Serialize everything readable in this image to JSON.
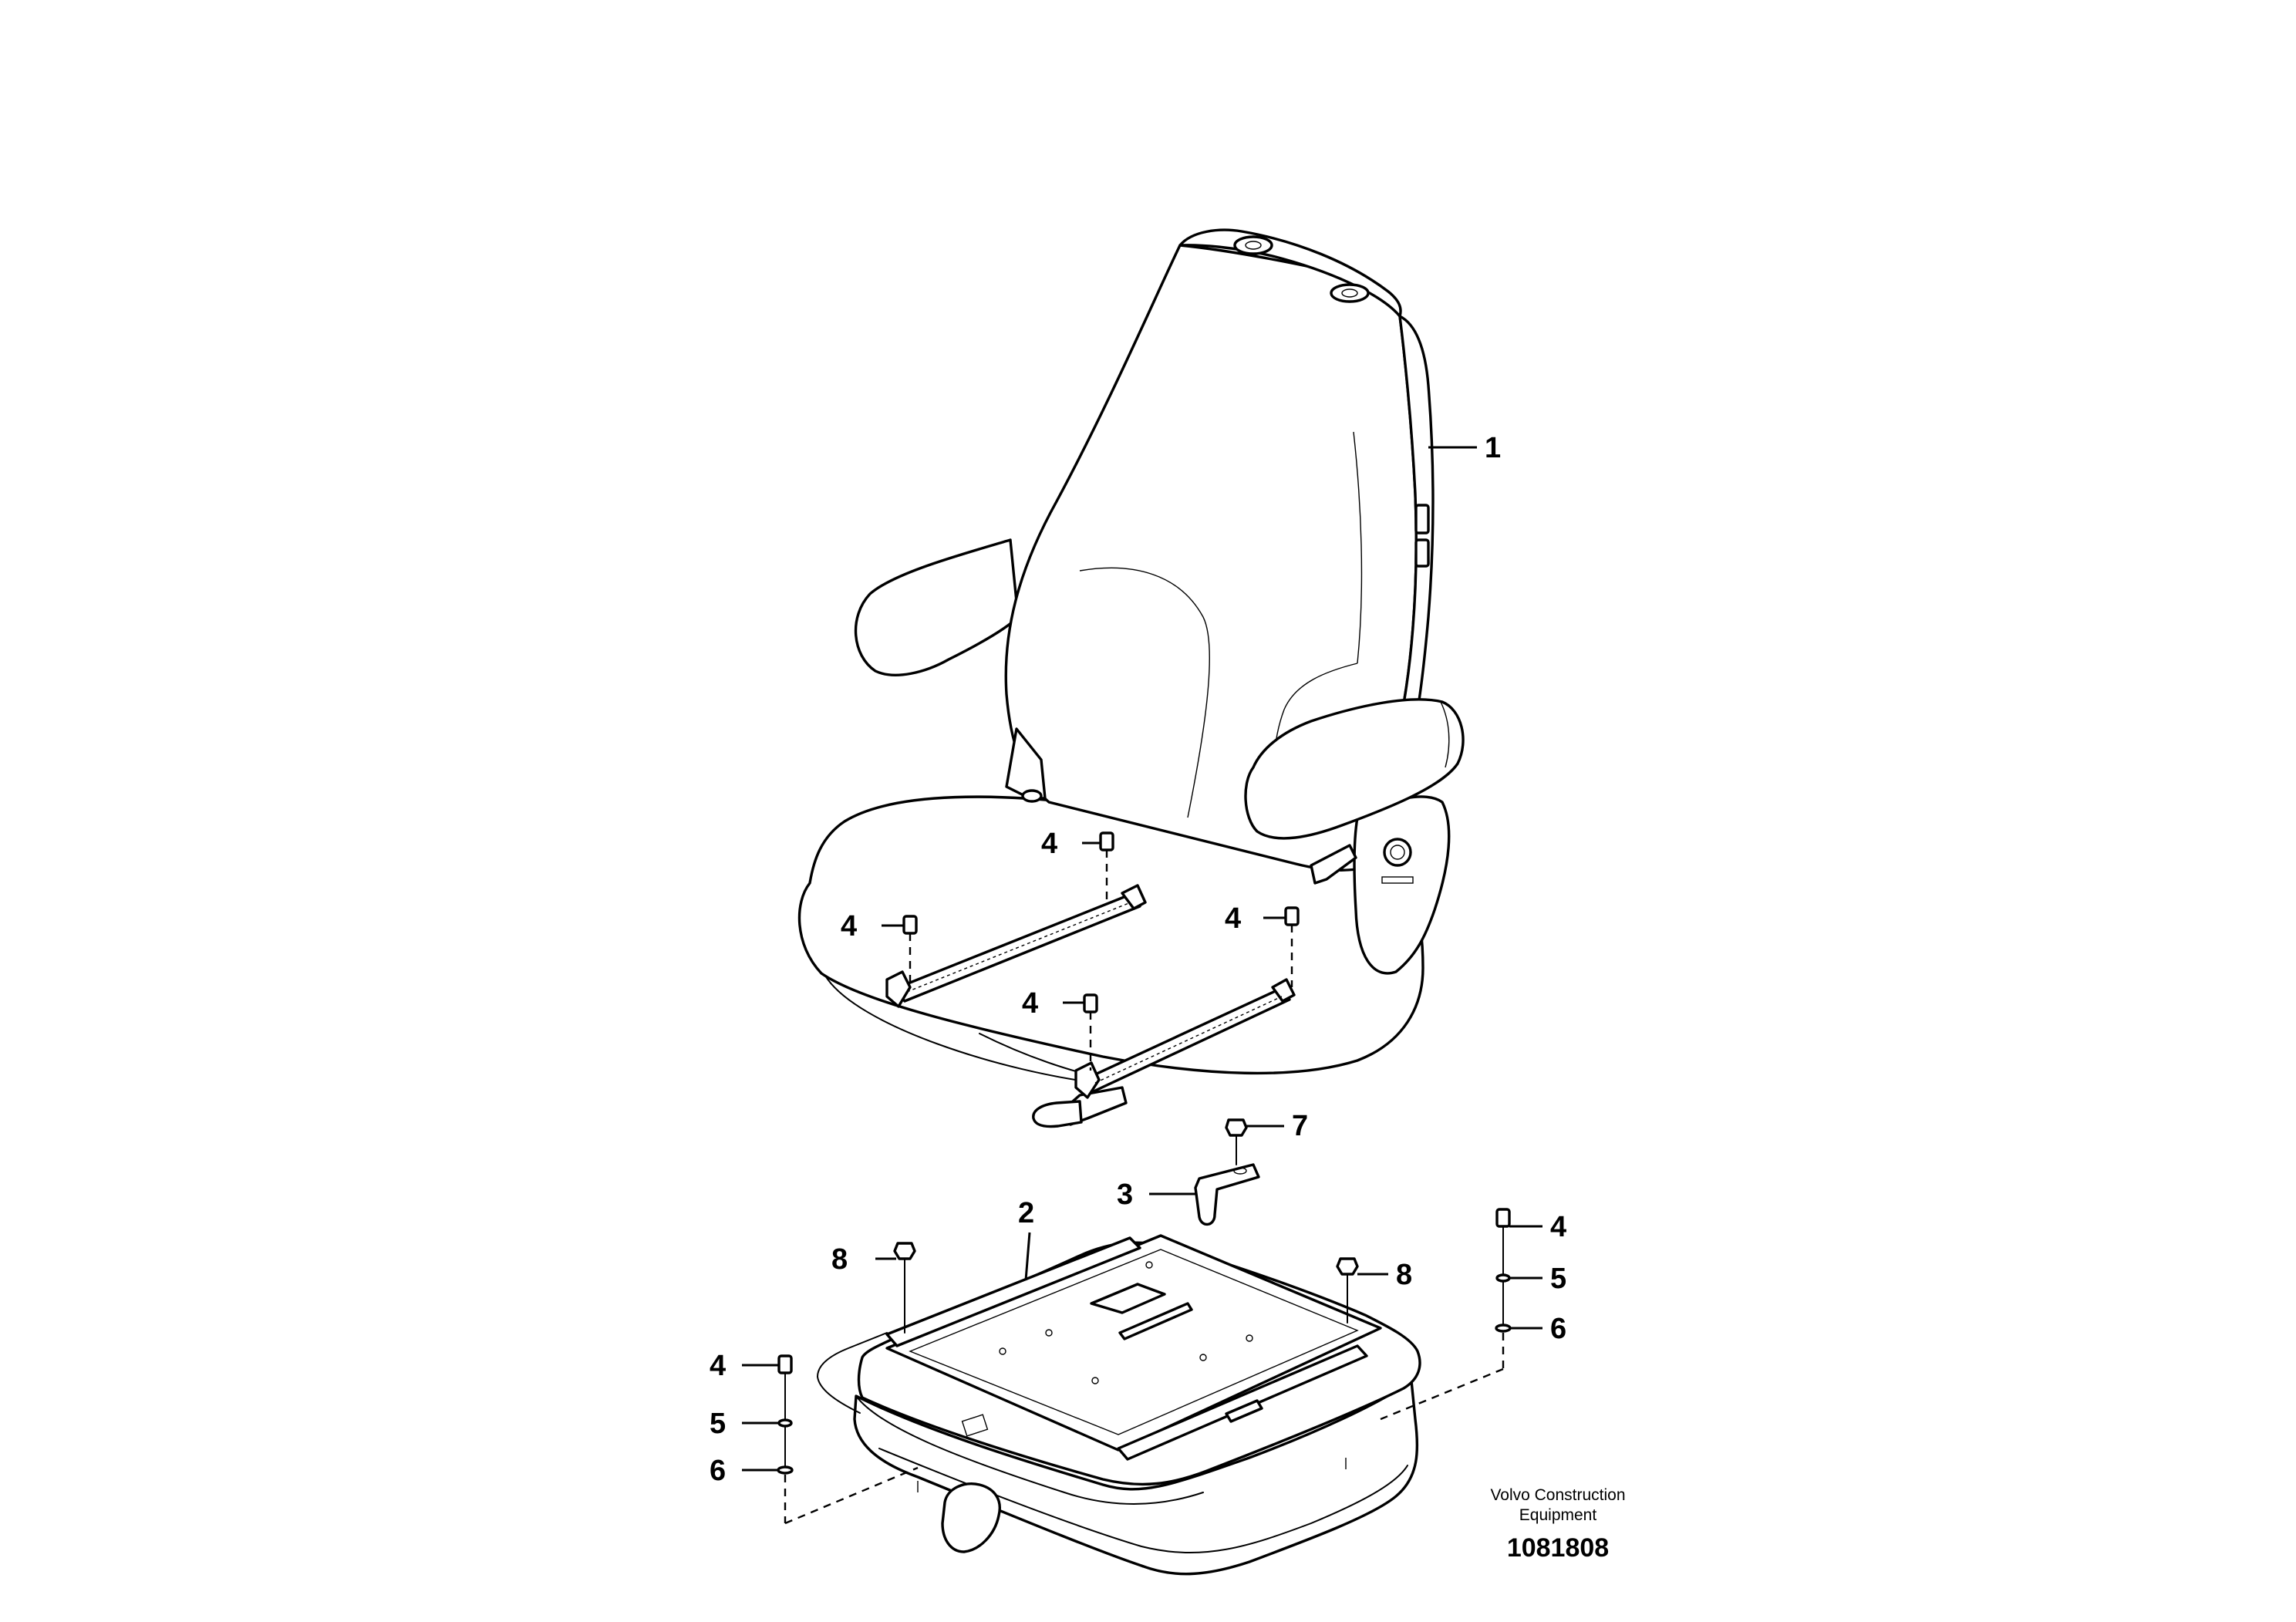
{
  "callouts": {
    "c1": "1",
    "c2": "2",
    "c3": "3",
    "c4a": "4",
    "c4b": "4",
    "c4c": "4",
    "c4d": "4",
    "c4e": "4",
    "c4f": "4",
    "c5a": "5",
    "c5b": "5",
    "c6a": "6",
    "c6b": "6",
    "c7": "7",
    "c8a": "8",
    "c8b": "8"
  },
  "footer": {
    "brand_line1": "Volvo Construction",
    "brand_line2": "Equipment",
    "doc_number": "1081808"
  }
}
